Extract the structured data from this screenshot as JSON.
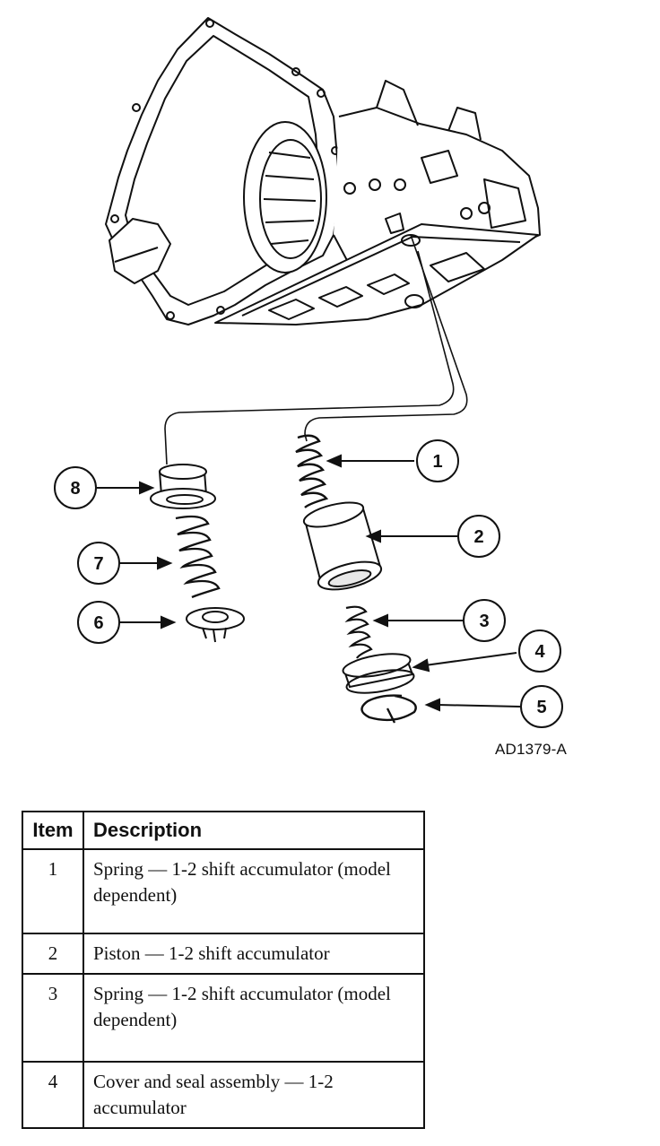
{
  "figure_code": "AD1379-A",
  "callouts": [
    "1",
    "2",
    "3",
    "4",
    "5",
    "6",
    "7",
    "8"
  ],
  "legend": {
    "headers": {
      "item": "Item",
      "description": "Description"
    },
    "rows": [
      {
        "item": "1",
        "description": "Spring — 1-2 shift accumulator (model dependent)"
      },
      {
        "item": "2",
        "description": "Piston — 1-2 shift accumulator"
      },
      {
        "item": "3",
        "description": "Spring — 1-2 shift accumulator (model dependent)"
      },
      {
        "item": "4",
        "description": "Cover and seal assembly — 1-2 accumulator"
      }
    ]
  }
}
